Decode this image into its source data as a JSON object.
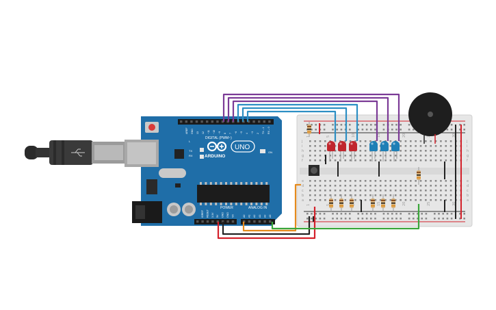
{
  "board": {
    "brand": "ARDUINO",
    "model": "UNO",
    "digital_header": "DIGITAL (PWM~)",
    "power_header": "POWER",
    "analog_header": "ANALOG IN",
    "on_label": "ON",
    "tx_label": "TX",
    "rx_label": "RX",
    "l_label": "L",
    "digital_pins": [
      "AREF",
      "GND",
      "13",
      "12",
      "~11",
      "~10",
      "~9",
      "8",
      "7",
      "~6",
      "~5",
      "4",
      "~3",
      "2",
      "TX→1",
      "RX←0"
    ],
    "power_pins": [
      "IOREF",
      "RESET",
      "3.3V",
      "5V",
      "GND",
      "GND",
      "Vin"
    ],
    "analog_pins": [
      "A0",
      "A1",
      "A2",
      "A3",
      "A4",
      "A5"
    ]
  },
  "breadboard": {
    "row_letters_top": [
      "j",
      "i",
      "h",
      "g",
      "f"
    ],
    "row_letters_bottom": [
      "e",
      "d",
      "c",
      "b",
      "a"
    ],
    "col_numbers": [
      "1",
      "5",
      "10",
      "15",
      "20",
      "25",
      "30"
    ]
  },
  "colors": {
    "board": "#1f6ea8",
    "breadboard": "#e6e6e6",
    "wire_purple": "#7b3a96",
    "wire_blue": "#2c8fc4",
    "wire_red": "#d4202a",
    "wire_black": "#222222",
    "wire_orange": "#e58a1c",
    "wire_green": "#3aa63a",
    "led_red": "#c0262d",
    "led_blue": "#1e7fb6"
  }
}
